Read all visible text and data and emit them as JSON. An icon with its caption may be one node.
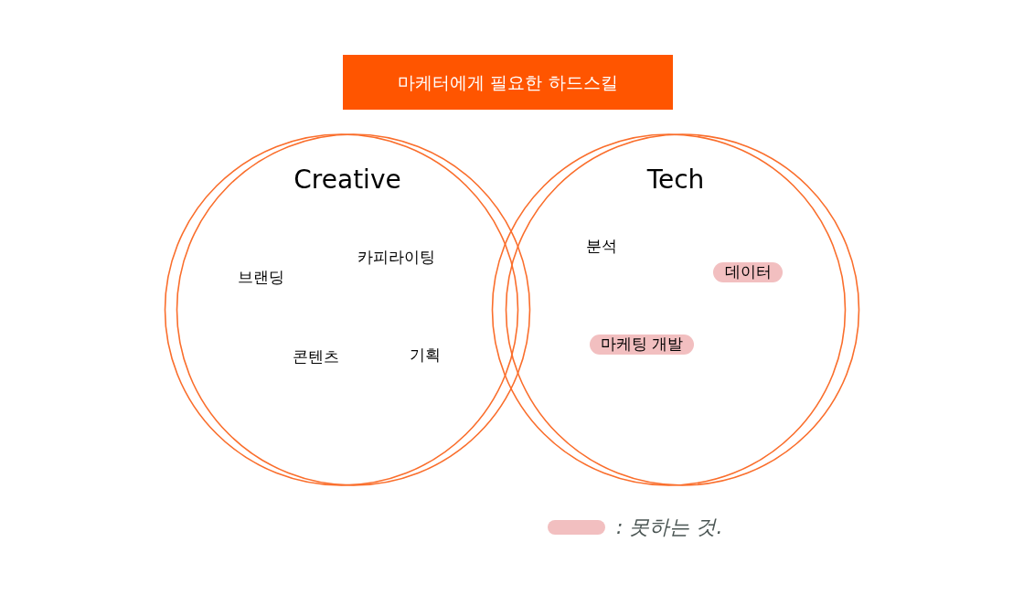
{
  "diagram": {
    "title": "마케터에게 필요한 하드스킬",
    "nodes": [
      {
        "text": [
          "Creative"
        ]
      },
      {
        "text": [
          "Tech"
        ]
      },
      {
        "text": [
          "데이터"
        ],
        "in": 1
      },
      {
        "text": [
          "마케팅 개발"
        ],
        "in": 1
      }
    ],
    "labels": [
      "카피라이팅",
      "브랜딩",
      "콘텐츠",
      "기획",
      "분석"
    ],
    "legend": [
      {
        "text": ": 못하는 것.",
        "color": "#f2bfc0"
      }
    ]
  }
}
